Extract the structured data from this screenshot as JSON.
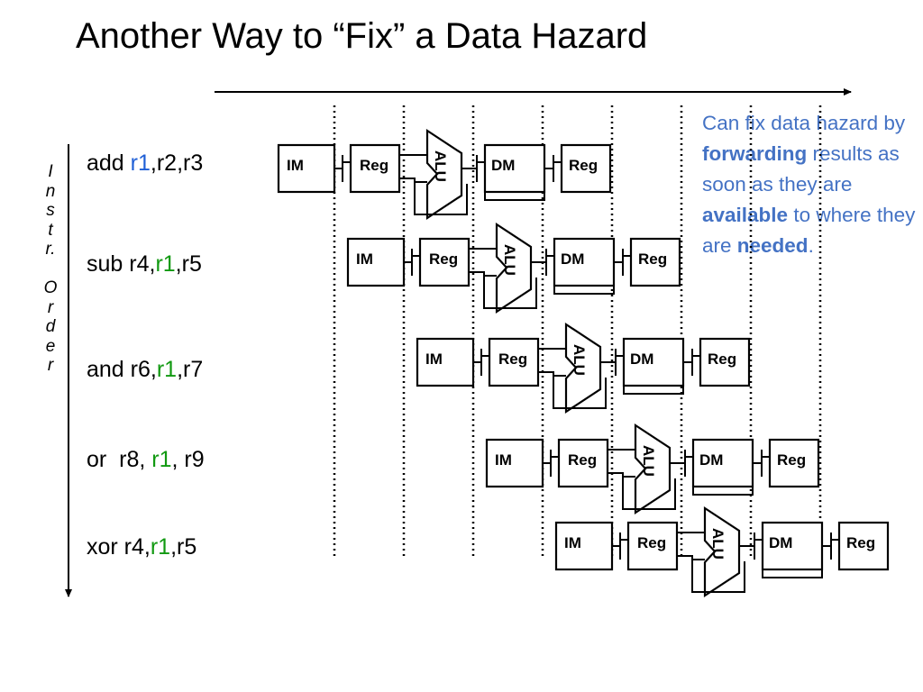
{
  "title": "Another Way to “Fix” a Data Hazard",
  "axis_label_letters": [
    "I",
    "n",
    "s",
    "t",
    "r.",
    "",
    "O",
    "r",
    "d",
    "e",
    "r"
  ],
  "instructions": [
    {
      "pre": "add ",
      "reg": "r1",
      "post": ",r2,r3",
      "reg_color": "blue"
    },
    {
      "pre": "sub r4,",
      "reg": "r1",
      "post": ",r5",
      "reg_color": "green"
    },
    {
      "pre": "and r6,",
      "reg": "r1",
      "post": ",r7",
      "reg_color": "green"
    },
    {
      "pre": "or  r8, ",
      "reg": "r1",
      "post": ", r9",
      "reg_color": "green"
    },
    {
      "pre": "xor r4,",
      "reg": "r1",
      "post": ",r5",
      "reg_color": "green"
    }
  ],
  "stage_labels": {
    "im": "IM",
    "reg": "Reg",
    "alu": "ALU",
    "dm": "DM",
    "wb": "Reg"
  },
  "note": {
    "p1": "Can fix data hazard by ",
    "b1": "forwarding",
    "p2": " results as soon as they are ",
    "b2": "available",
    "p3": " to where they are ",
    "b3": "needed",
    "p4": "."
  },
  "colors": {
    "note": "#4472c4",
    "highlight_blue": "#1f5fd6",
    "highlight_green": "#119911"
  }
}
